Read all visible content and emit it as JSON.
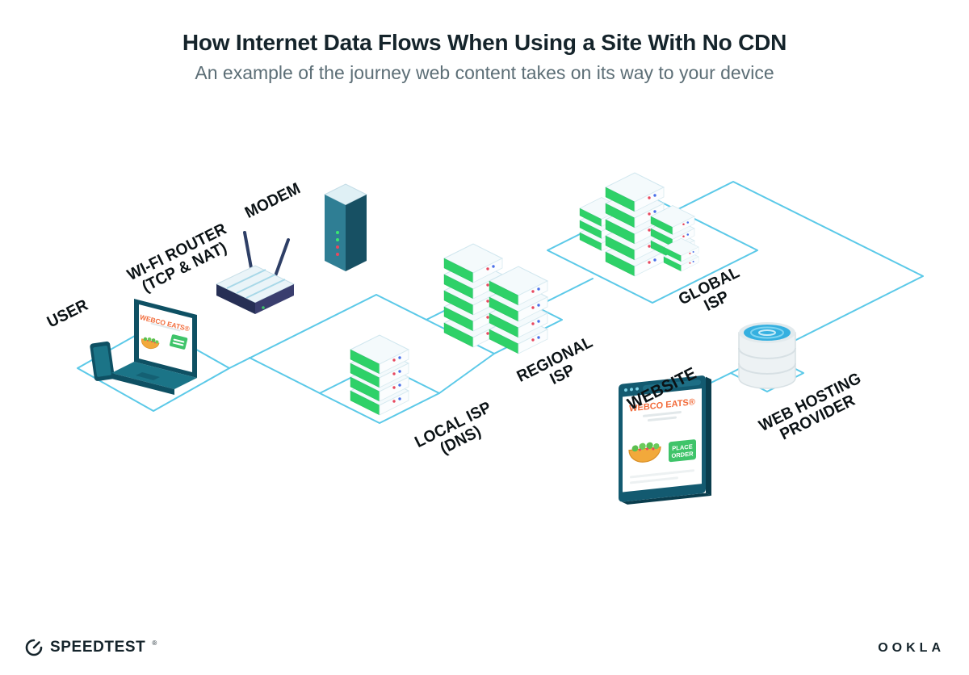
{
  "header": {
    "title": "How Internet Data Flows When Using a Site With No CDN",
    "subtitle": "An example of the journey web content takes on its way to your device"
  },
  "nodes": [
    {
      "id": "user",
      "label_lines": [
        "USER"
      ]
    },
    {
      "id": "wifi-router",
      "label_lines": [
        "WI-FI ROUTER",
        "(TCP & NAT)"
      ]
    },
    {
      "id": "modem",
      "label_lines": [
        "MODEM"
      ]
    },
    {
      "id": "local-isp",
      "label_lines": [
        "LOCAL ISP",
        "(DNS)"
      ]
    },
    {
      "id": "regional-isp",
      "label_lines": [
        "REGIONAL",
        "ISP"
      ]
    },
    {
      "id": "global-isp",
      "label_lines": [
        "GLOBAL",
        "ISP"
      ]
    },
    {
      "id": "website",
      "label_lines": [
        "WEBSITE"
      ]
    },
    {
      "id": "web-hosting-provider",
      "label_lines": [
        "WEB HOSTING",
        "PROVIDER"
      ]
    }
  ],
  "laptop_screen": {
    "brand": "WEBCO EATS®"
  },
  "website_screen": {
    "brand": "WEBCO EATS®",
    "button_line1": "PLACE",
    "button_line2": "ORDER"
  },
  "footer": {
    "speedtest": "SPEEDTEST",
    "speedtest_mark": "®",
    "ookla": "OOKLA"
  },
  "colors": {
    "line": "#5BC9E8",
    "server_green": "#2ED168",
    "brand_orange": "#F26B3A",
    "device_teal": "#135A70",
    "led_red": "#E8485F",
    "led_blue": "#4A6FE8",
    "title_dark": "#15242B",
    "subtitle_gray": "#5C6E76"
  }
}
